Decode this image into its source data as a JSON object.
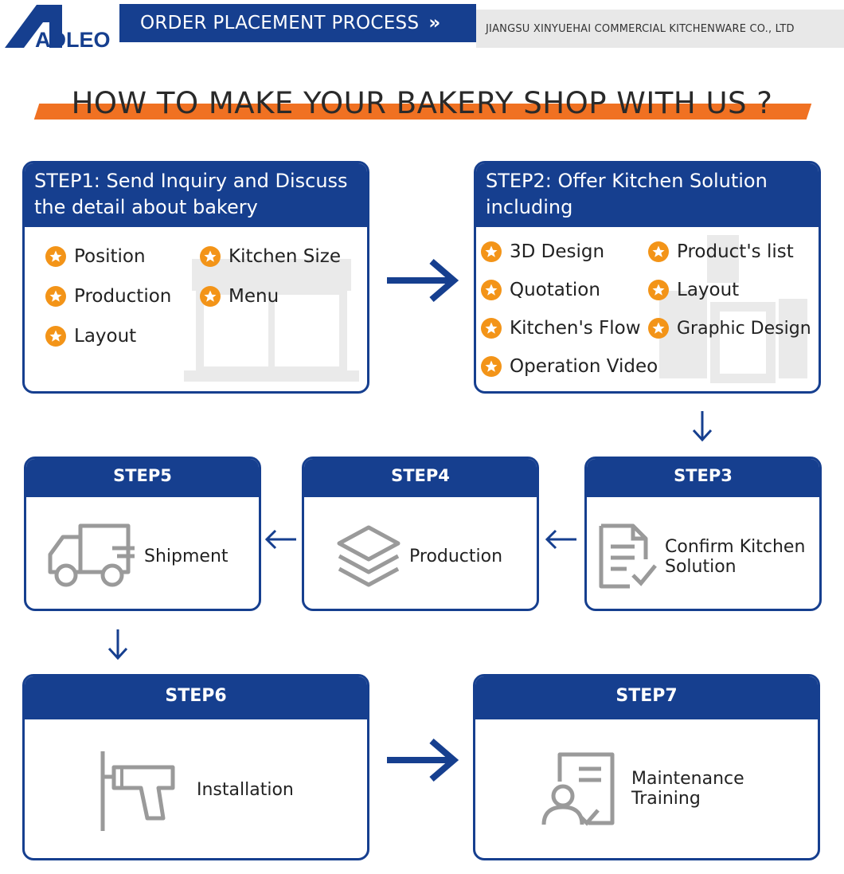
{
  "header": {
    "logo_text": "ADLEO",
    "process_title": "ORDER PLACEMENT PROCESS",
    "chevron": "»",
    "company": "JIANGSU XINYUEHAI COMMERCIAL KITCHENWARE CO., LTD"
  },
  "title": "HOW TO MAKE YOUR BAKERY SHOP WITH US ?",
  "colors": {
    "blue": "#163f8f",
    "orange": "#f07122",
    "star": "#f39418",
    "gray_icon": "#9a9a9a"
  },
  "step1": {
    "title": "STEP1: Send Inquiry and Discuss the detail about bakery",
    "items": [
      "Position",
      "Kitchen Size",
      "Production",
      "Menu",
      "Layout"
    ]
  },
  "step2": {
    "title": "STEP2: Offer Kitchen Solution including",
    "items": [
      "3D Design",
      "Product's list",
      "Quotation",
      "Layout",
      "Kitchen's Flow",
      "Graphic Design",
      "Operation Video"
    ]
  },
  "step3": {
    "title": "STEP3",
    "label_line1": "Confirm Kitchen",
    "label_line2": "Solution",
    "icon": "document-check-icon"
  },
  "step4": {
    "title": "STEP4",
    "label": "Production",
    "icon": "layers-icon"
  },
  "step5": {
    "title": "STEP5",
    "label": "Shipment",
    "icon": "truck-icon"
  },
  "step6": {
    "title": "STEP6",
    "label": "Installation",
    "icon": "drill-icon"
  },
  "step7": {
    "title": "STEP7",
    "label_line1": "Maintenance",
    "label_line2": "Training",
    "icon": "user-document-icon"
  }
}
